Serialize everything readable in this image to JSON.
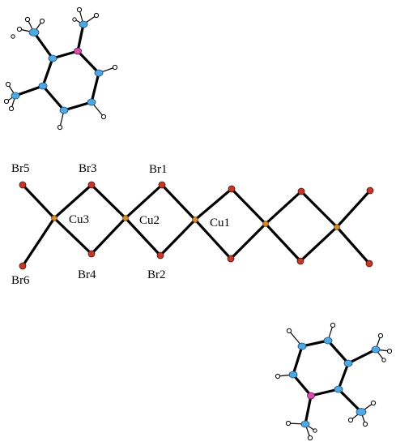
{
  "figure": {
    "atom_labels": {
      "Br5": "Br5",
      "Br3": "Br3",
      "Br1": "Br1",
      "Br6": "Br6",
      "Br4": "Br4",
      "Br2": "Br2",
      "Cu3": "Cu3",
      "Cu2": "Cu2",
      "Cu1": "Cu1"
    },
    "colors": {
      "bromine": "#c0392b",
      "copper": "#d9892b",
      "carbon": "#4fa8e0",
      "nitrogen": "#d24fb0",
      "hydrogen": "#ffffff",
      "bond": "#000000"
    },
    "icons": {
      "bromine_atom": "br-atom-icon",
      "copper_atom": "cu-atom-icon",
      "carbon_atom": "c-atom-icon",
      "nitrogen_atom": "n-atom-icon",
      "hydrogen_atom": "h-atom-icon"
    }
  }
}
